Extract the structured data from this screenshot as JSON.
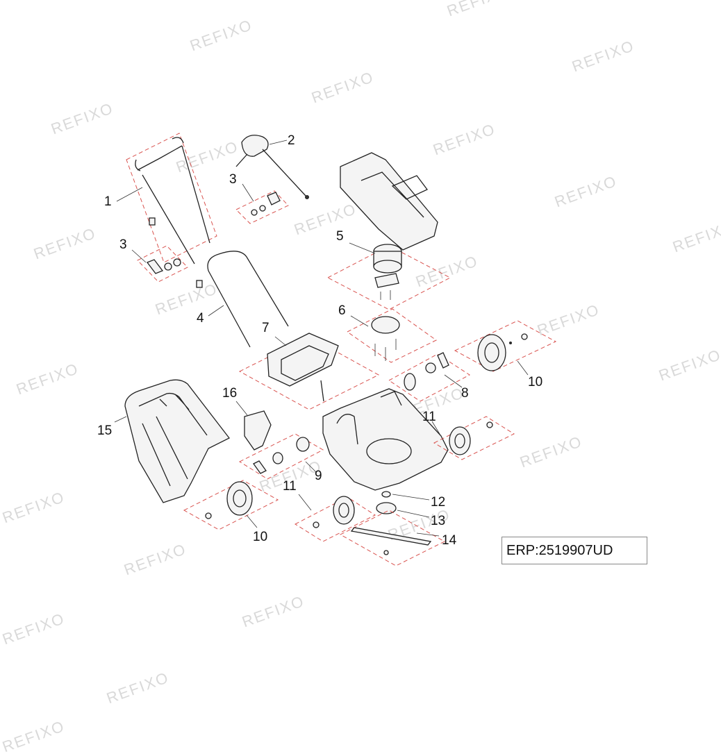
{
  "watermark": "REFIXO",
  "erp_code": "ERP:2519907UD",
  "callouts": [
    "1",
    "2",
    "3",
    "3",
    "4",
    "5",
    "6",
    "7",
    "8",
    "9",
    "10",
    "10",
    "11",
    "11",
    "12",
    "13",
    "14",
    "15",
    "16"
  ],
  "colors": {
    "group_box": "#d9534f",
    "line": "#222222",
    "watermark": "#d9d9d9"
  }
}
